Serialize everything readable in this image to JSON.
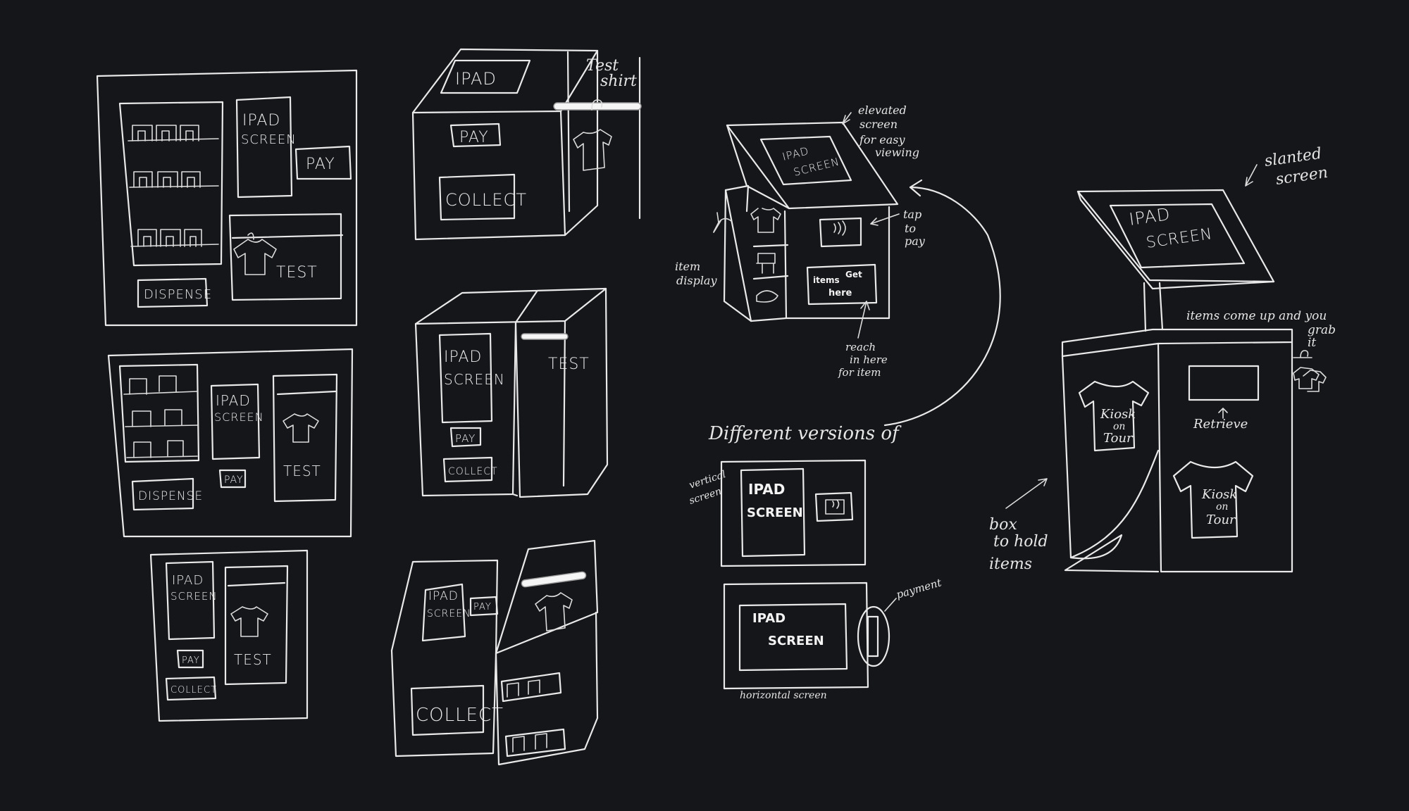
{
  "labels": {
    "ipad": "IPAD",
    "screen": "SCREEN",
    "pay": "PAY",
    "dispense": "DISPENSE",
    "collect": "COLLECT",
    "test": "TEST",
    "test_shirt_line1": "Test",
    "test_shirt_line2": "shirt",
    "elevated_line1": "elevated",
    "elevated_line2": "screen",
    "elevated_line3": "for easy",
    "elevated_line4": "viewing",
    "tap_line1": "tap",
    "tap_line2": "to",
    "tap_line3": "pay",
    "item_line1": "item",
    "item_line2": "display",
    "items": "items",
    "get": "Get",
    "here": "here",
    "reach_line1": "reach",
    "reach_line2": "in here",
    "reach_line3": "for item",
    "different_versions": "Different versions of",
    "vertical_line1": "vertical",
    "vertical_line2": "screen",
    "payment": "payment",
    "horizontal_screen": "horizontal screen",
    "slanted_line1": "slanted",
    "slanted_line2": "screen",
    "items_come_up_line1": "items come up and you",
    "items_come_up_line2": "grab",
    "items_come_up_line3": "it",
    "retrieve": "Retrieve",
    "kiosk": "Kiosk",
    "on": "on",
    "tour": "Tour",
    "box_line1": "box",
    "box_line2": "to hold",
    "box_line3": "items"
  },
  "colors": {
    "background": "#15161a",
    "stroke": "#e9e9e9"
  }
}
